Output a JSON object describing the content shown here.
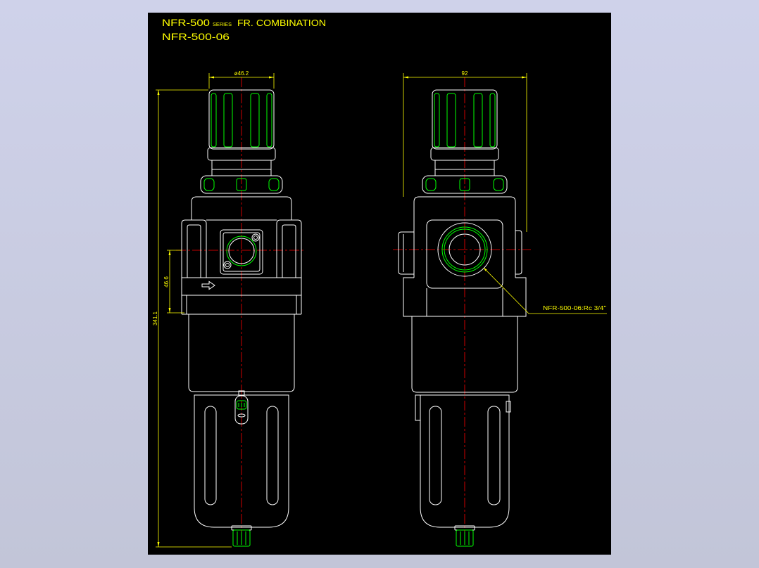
{
  "viewer": {
    "background_color_top": "#cfd2ea",
    "background_color_bottom": "#c2c5d8",
    "canvas_color": "#000000"
  },
  "colors": {
    "annotation": "#ffff00",
    "outline": "#ffffff",
    "highlight": "#00ff00",
    "centerline": "#ff0000"
  },
  "drawing": {
    "title": {
      "model": "NFR-500",
      "series": "SERIES",
      "description": "FR. COMBINATION",
      "part_number": "NFR-500-06"
    },
    "dimensions": {
      "knob_diameter": "ø46.2",
      "body_width": "92",
      "port_center_height": "46.6",
      "overall_height": "341.1"
    },
    "callouts": {
      "port_thread": "NFR-500-06:Rc 3/4\""
    }
  }
}
